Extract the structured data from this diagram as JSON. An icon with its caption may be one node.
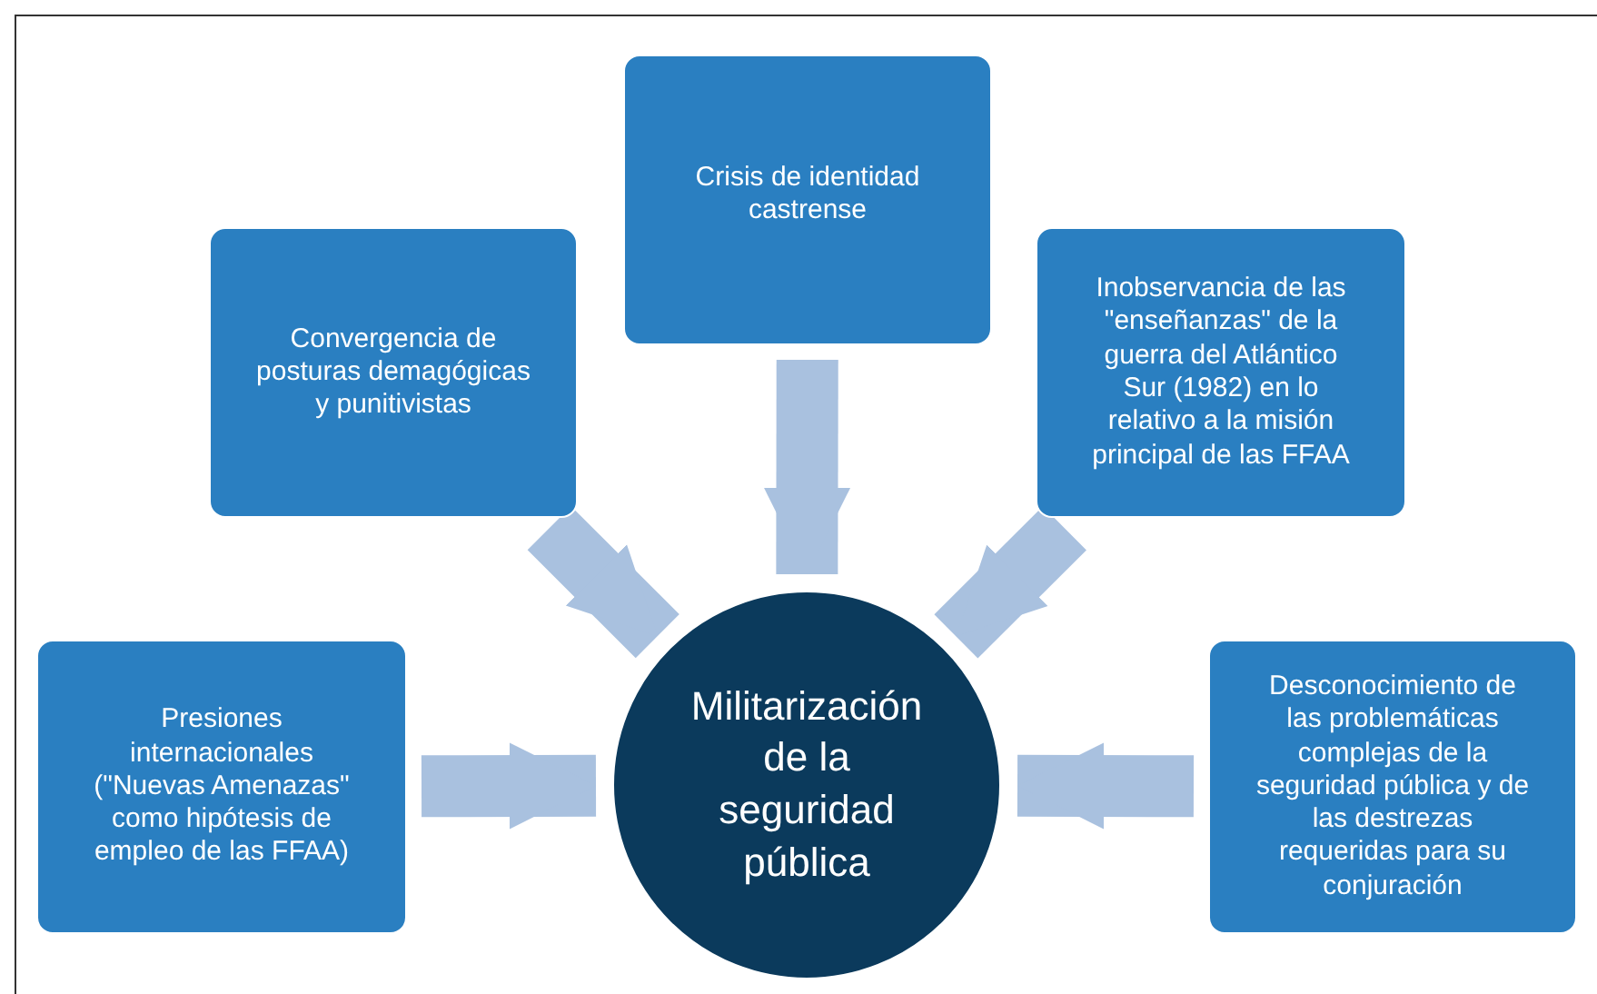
{
  "diagram": {
    "nodes": [
      {
        "text": [
          "Presiones internacionales (\"Nuevas Amenazas\" como hipótesis de empleo de las FFAA)"
        ]
      },
      {
        "text": [
          "Convergencia de posturas demagógicas y punitivistas"
        ]
      },
      {
        "text": [
          "Crisis de identidad castrense"
        ]
      },
      {
        "text": [
          "Inobservancia de las \"enseñanzas\" de la guerra del Atlántico Sur (1982) en lo relativo a la misión principal de las FFAA"
        ]
      },
      {
        "text": [
          "Desconocimiento de las problemáticas complejas de la seguridad pública y de las destrezas requeridas para su conjuración"
        ]
      },
      {
        "text": [
          "Militarización de la seguridad pública"
        ]
      }
    ],
    "edges": [
      {
        "from": 0,
        "to": 5,
        "arrow": "to"
      },
      {
        "from": 1,
        "to": 5,
        "arrow": "to"
      },
      {
        "from": 2,
        "to": 5,
        "arrow": "to"
      },
      {
        "from": 3,
        "to": 5,
        "arrow": "to"
      },
      {
        "from": 4,
        "to": 5,
        "arrow": "to"
      }
    ]
  }
}
